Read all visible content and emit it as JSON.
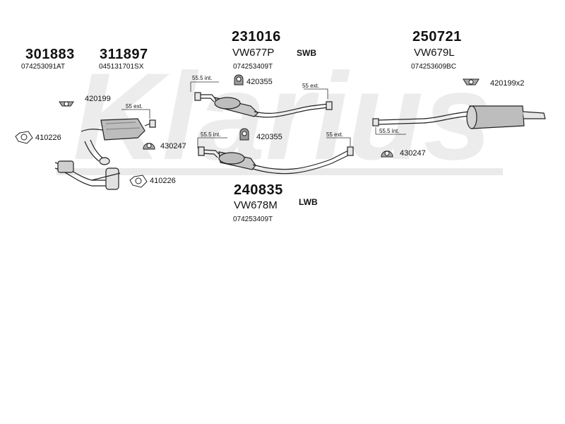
{
  "watermark": "Klarius",
  "variants": {
    "swb": "SWB",
    "lwb": "LWB"
  },
  "parts": {
    "p301883": {
      "number": "301883",
      "oe": "074253091AT"
    },
    "p311897": {
      "number": "311897",
      "oe": "045131701SX"
    },
    "p231016": {
      "number": "231016",
      "code": "VW677P",
      "oe": "074253409T"
    },
    "p250721": {
      "number": "250721",
      "code": "VW679L",
      "oe": "074253609BC"
    },
    "p240835": {
      "number": "240835",
      "code": "VW678M",
      "oe": "074253409T"
    }
  },
  "fittings": {
    "f420199": "420199",
    "f410226a": "410226",
    "f410226b": "410226",
    "f430247a": "430247",
    "f430247b": "430247",
    "f420355a": "420355",
    "f420355b": "420355",
    "f420199x2": "420199x2"
  },
  "ext_labels": {
    "front_ext": "55 ext.",
    "swb_int": "55.5 int.",
    "swb_ext": "55 ext.",
    "lwb_int": "55.5 int.",
    "lwb_ext": "55 ext.",
    "rear_int": "55.5 int."
  }
}
